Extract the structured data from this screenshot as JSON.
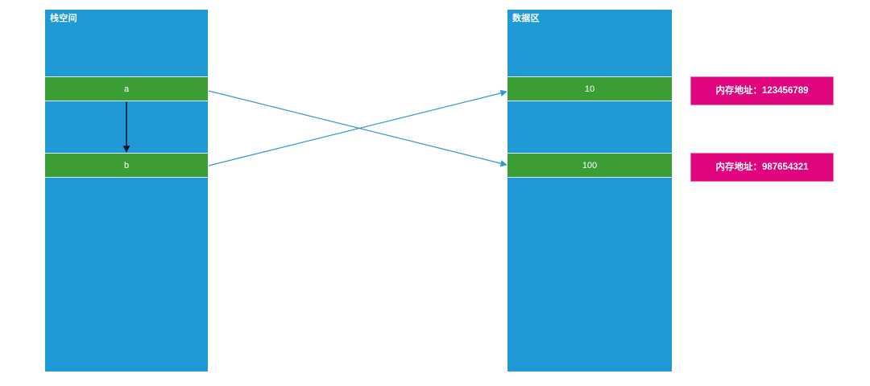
{
  "diagram": {
    "title": "",
    "background_color": "#ffffff",
    "colors": {
      "region_fill": "#1f9ad6",
      "slot_fill": "#3a9e35",
      "address_fill": "#e0047e",
      "address_border": "#f07ab5",
      "connector": "#2e9bd0",
      "pointer_arrow": "#0b1a2b",
      "text_on_fill": "#ffffff"
    },
    "regions": [
      {
        "id": "stack",
        "title": "栈空间",
        "slots": [
          {
            "id": "var-a",
            "label": "a"
          },
          {
            "id": "var-b",
            "label": "b"
          }
        ]
      },
      {
        "id": "data",
        "title": "数据区",
        "slots": [
          {
            "id": "value-10",
            "label": "10"
          },
          {
            "id": "value-100",
            "label": "100"
          }
        ]
      }
    ],
    "address_boxes": [
      {
        "id": "addr-top",
        "label": "内存地址：123456789"
      },
      {
        "id": "addr-bottom",
        "label": "内存地址：987654321"
      }
    ],
    "connectors": [
      {
        "id": "a-to-100",
        "from": "var-a",
        "to": "value-100"
      },
      {
        "id": "b-to-10",
        "from": "var-b",
        "to": "value-10"
      },
      {
        "id": "a-to-b",
        "from": "var-a",
        "to": "var-b"
      }
    ]
  }
}
